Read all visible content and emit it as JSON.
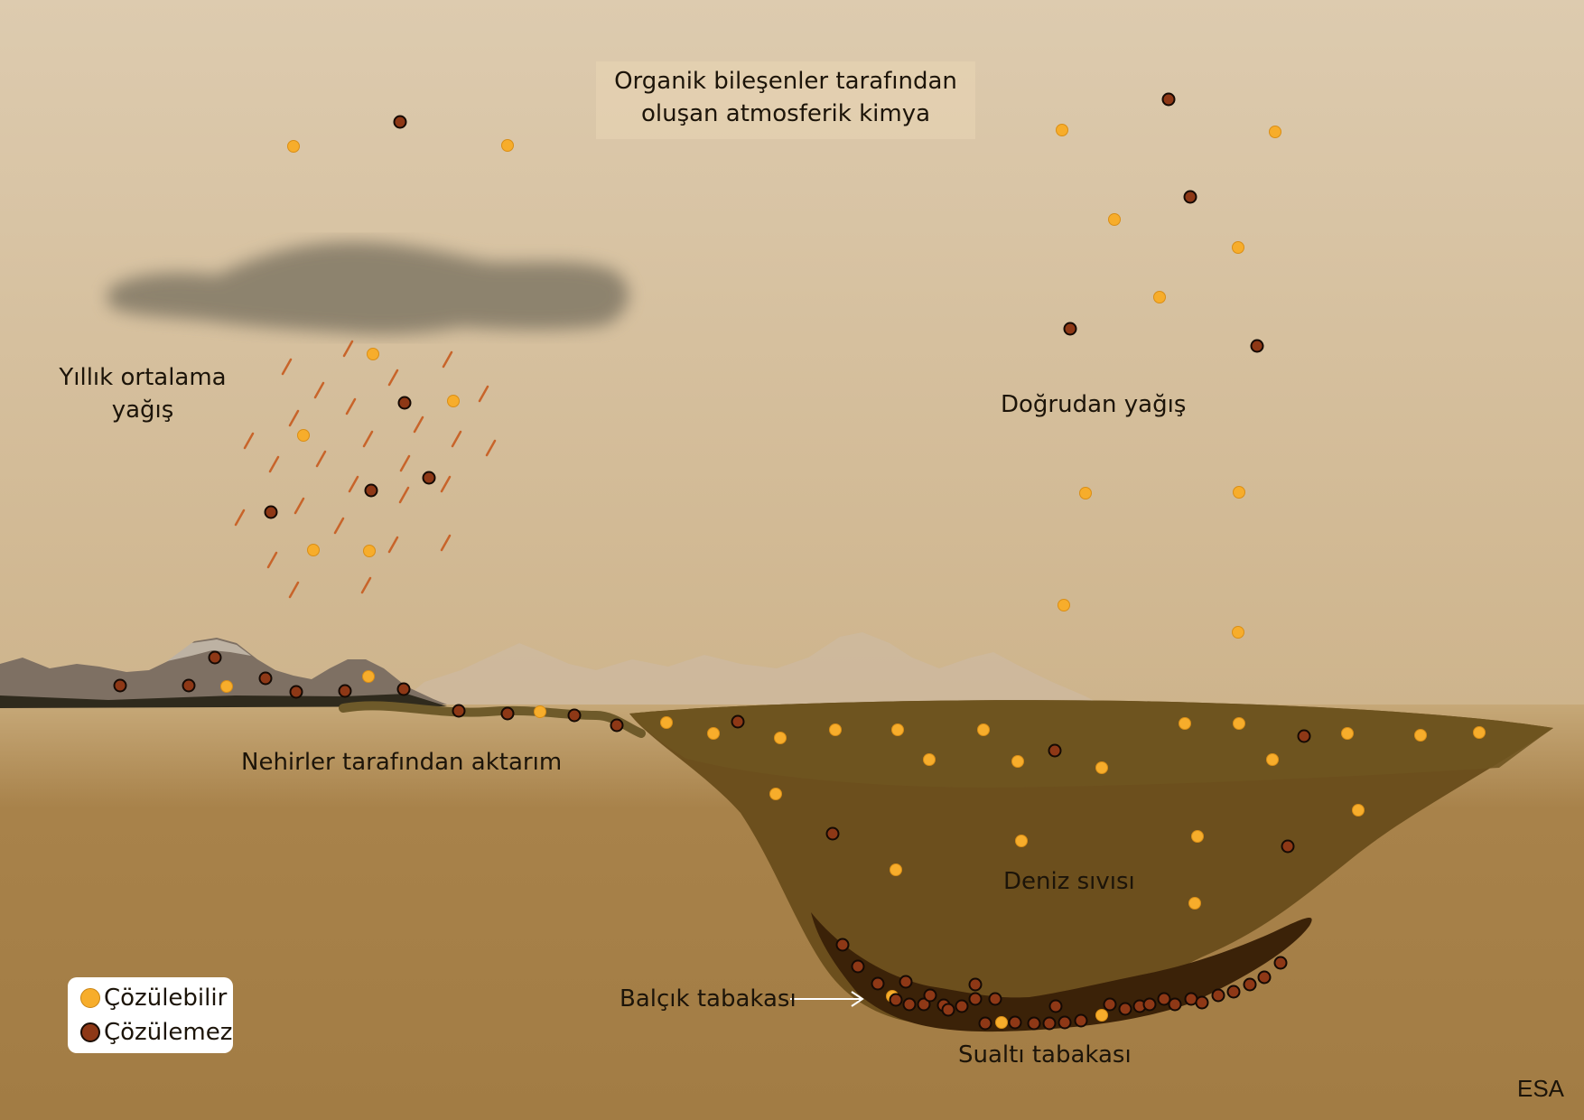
{
  "title": "Organik bileşenler tarafından\noluşan atmosferik kimya",
  "labels": {
    "annual_rain": "Yıllık ortalama\nyağış",
    "direct_rain": "Doğrudan yağış",
    "rivers": "Nehirler tarafından aktarım",
    "sea_liquid": "Deniz sıvısı",
    "sludge_layer": "Balçık tabakası",
    "sub_layer": "Sualtı tabakası"
  },
  "legend": {
    "soluble": "Çözülebilir",
    "insoluble": "Çözülemez"
  },
  "credit": "ESA",
  "colors": {
    "sky_top": "#ddcbaf",
    "sky_bottom": "#ceb48c",
    "ground": "#a8824a",
    "sea_surface": "#6f5420",
    "sea_body": "#6c4f1d",
    "sludge": "#3b2208",
    "soluble": "#f7ad2b",
    "insoluble": "#8e3816",
    "rain_streak": "#c8642a",
    "cloud": "#8a806c"
  }
}
